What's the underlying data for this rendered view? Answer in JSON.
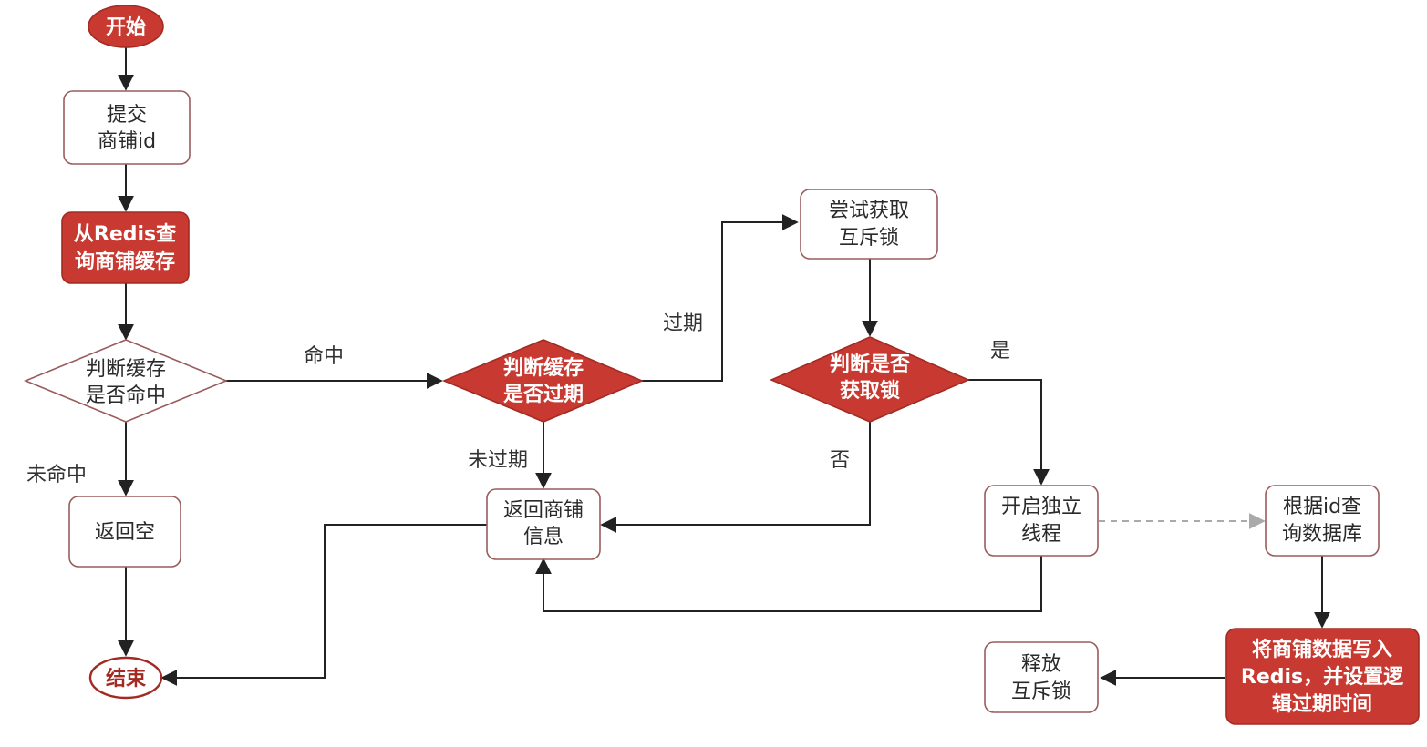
{
  "colors": {
    "accent_red": "#c83a31",
    "border": "#9a5b5b",
    "line": "#222222",
    "dashed": "#aaaaaa"
  },
  "nodes": {
    "start": [
      "开始"
    ],
    "submit": [
      "提交",
      "商铺id"
    ],
    "query_redis": [
      "从Redis查",
      "询商铺缓存"
    ],
    "check_hit": [
      "判断缓存",
      "是否命中"
    ],
    "return_empty": [
      "返回空"
    ],
    "end": [
      "结束"
    ],
    "check_expired": [
      "判断缓存",
      "是否过期"
    ],
    "return_shop": [
      "返回商铺",
      "信息"
    ],
    "try_lock": [
      "尝试获取",
      "互斥锁"
    ],
    "check_lock": [
      "判断是否",
      "获取锁"
    ],
    "new_thread": [
      "开启独立",
      "线程"
    ],
    "query_db": [
      "根据id查",
      "询数据库"
    ],
    "write_redis": [
      "将商铺数据写入",
      "Redis，并设置逻",
      "辑过期时间"
    ],
    "release_lock": [
      "释放",
      "互斥锁"
    ]
  },
  "edge_labels": {
    "hit": "命中",
    "miss": "未命中",
    "expired": "过期",
    "not_expired": "未过期",
    "yes": "是",
    "no": "否"
  }
}
